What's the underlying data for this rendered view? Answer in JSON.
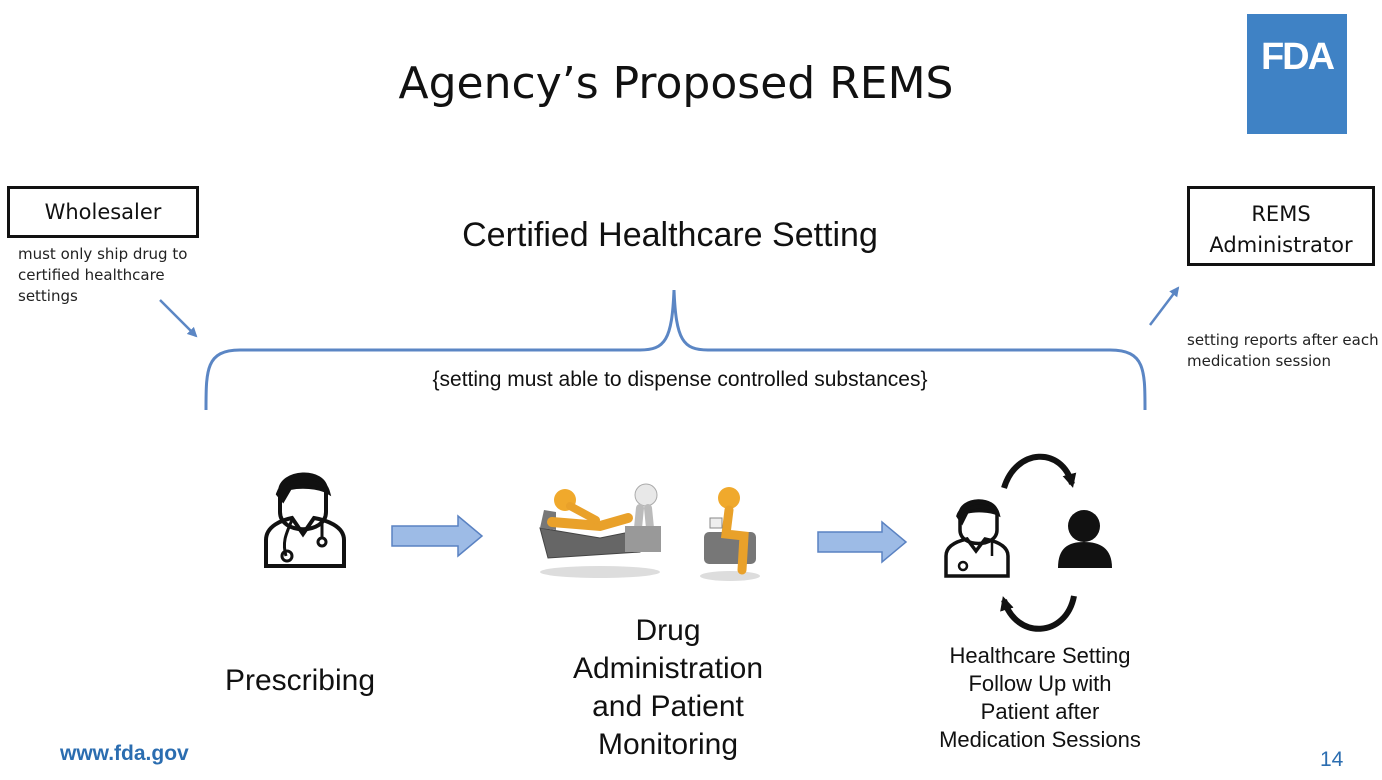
{
  "title": "Agency’s Proposed REMS",
  "logo_text": "FDA",
  "wholesaler": {
    "label": "Wholesaler",
    "note": "must only ship drug to certified healthcare settings"
  },
  "rems_admin": {
    "label_line1": "REMS",
    "label_line2": "Administrator",
    "note": "setting reports after each medication session"
  },
  "setting": {
    "title": "Certified Healthcare Setting",
    "requirement": "{setting must able to dispense controlled substances}"
  },
  "steps": {
    "prescribing": "Prescribing",
    "drug_line1": "Drug",
    "drug_line2": "Administration",
    "drug_line3": "and Patient",
    "drug_line4": "Monitoring",
    "followup_line1": "Healthcare Setting",
    "followup_line2": "Follow Up with",
    "followup_line3": "Patient after",
    "followup_line4": "Medication Sessions"
  },
  "footer": {
    "url": "www.fda.gov",
    "page": "14"
  },
  "colors": {
    "brace": "#5b86c4",
    "block_arrow_fill": "#9dbbe6",
    "block_arrow_stroke": "#5a82c2",
    "logo_bg": "#3f82c5",
    "footer_text": "#2b6db0"
  },
  "icons": [
    "doctor-icon",
    "patient-couch-figure-icon",
    "seated-patient-figure-icon",
    "patient-icon",
    "cycle-arrow-icon",
    "right-arrow-icon"
  ]
}
